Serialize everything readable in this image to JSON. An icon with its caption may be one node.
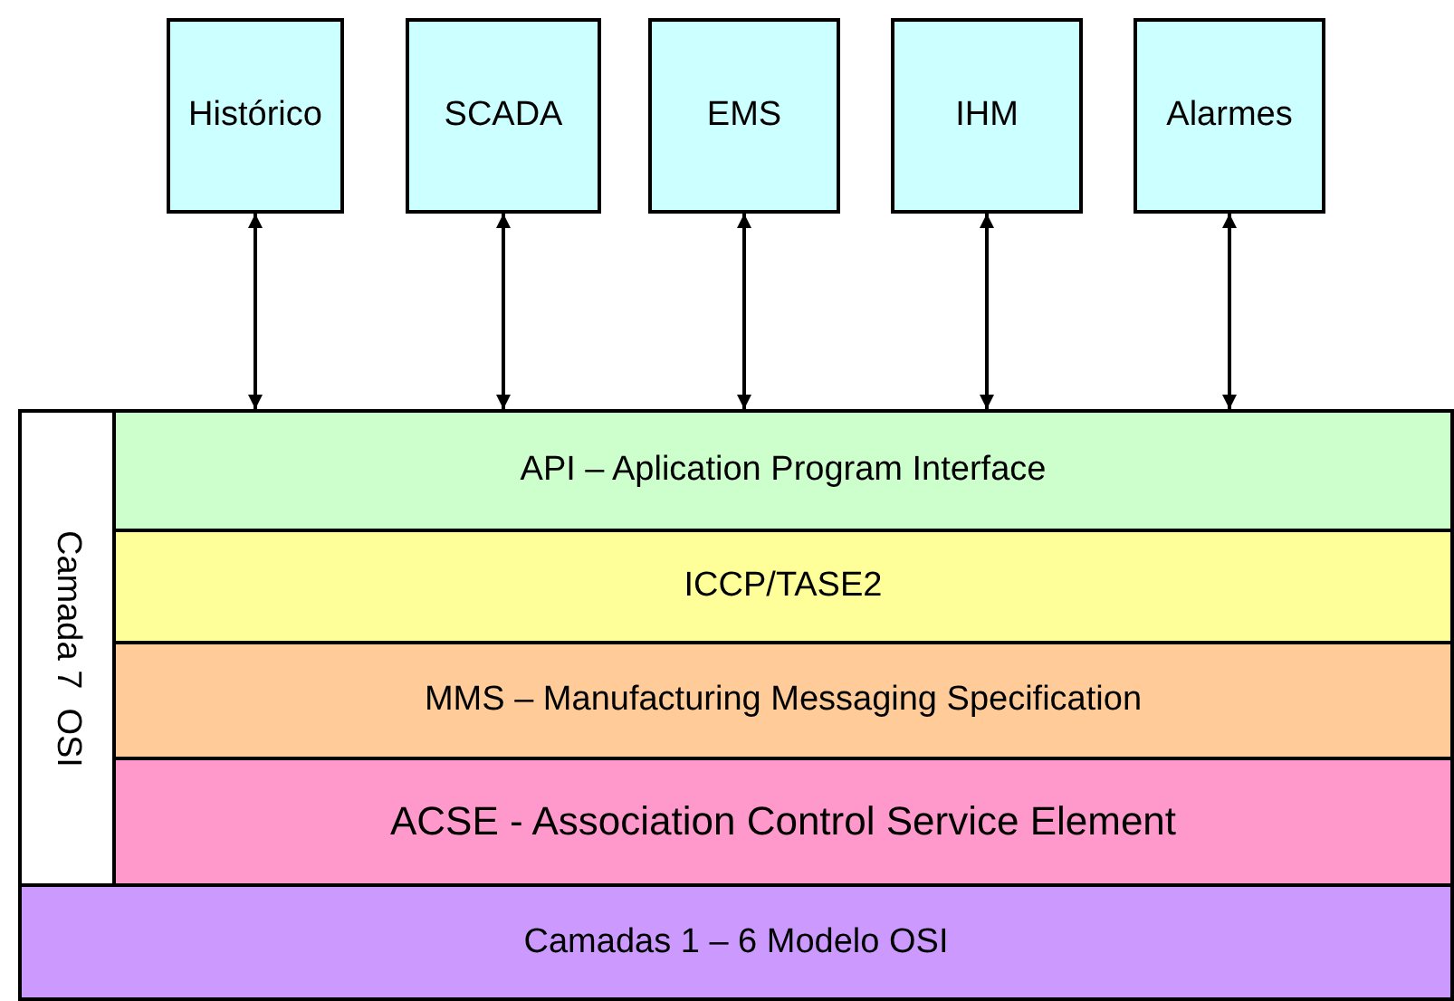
{
  "diagram": {
    "nodes": [
      {
        "text": [
          "Histórico"
        ]
      },
      {
        "text": [
          "SCADA"
        ]
      },
      {
        "text": [
          "EMS"
        ]
      },
      {
        "text": [
          "IHM"
        ]
      },
      {
        "text": [
          "Alarmes"
        ]
      },
      {
        "text": [
          "Camada 7  OSI"
        ]
      },
      {
        "text": [
          "API – Aplication Program Interface"
        ]
      },
      {
        "text": [
          "ICCP/TASE2"
        ]
      },
      {
        "text": [
          "MMS – Manufacturing Messaging Specification"
        ]
      },
      {
        "text": [
          "ACSE - Association Control Service Element"
        ]
      },
      {
        "text": [
          "Camadas 1 – 6 Modelo OSI"
        ]
      }
    ],
    "edges": [
      {
        "from": 0,
        "to": 6,
        "arrow": "both"
      },
      {
        "from": 1,
        "to": 6,
        "arrow": "both"
      },
      {
        "from": 2,
        "to": 6,
        "arrow": "both"
      },
      {
        "from": 3,
        "to": 6,
        "arrow": "both"
      },
      {
        "from": 4,
        "to": 6,
        "arrow": "both"
      }
    ]
  }
}
